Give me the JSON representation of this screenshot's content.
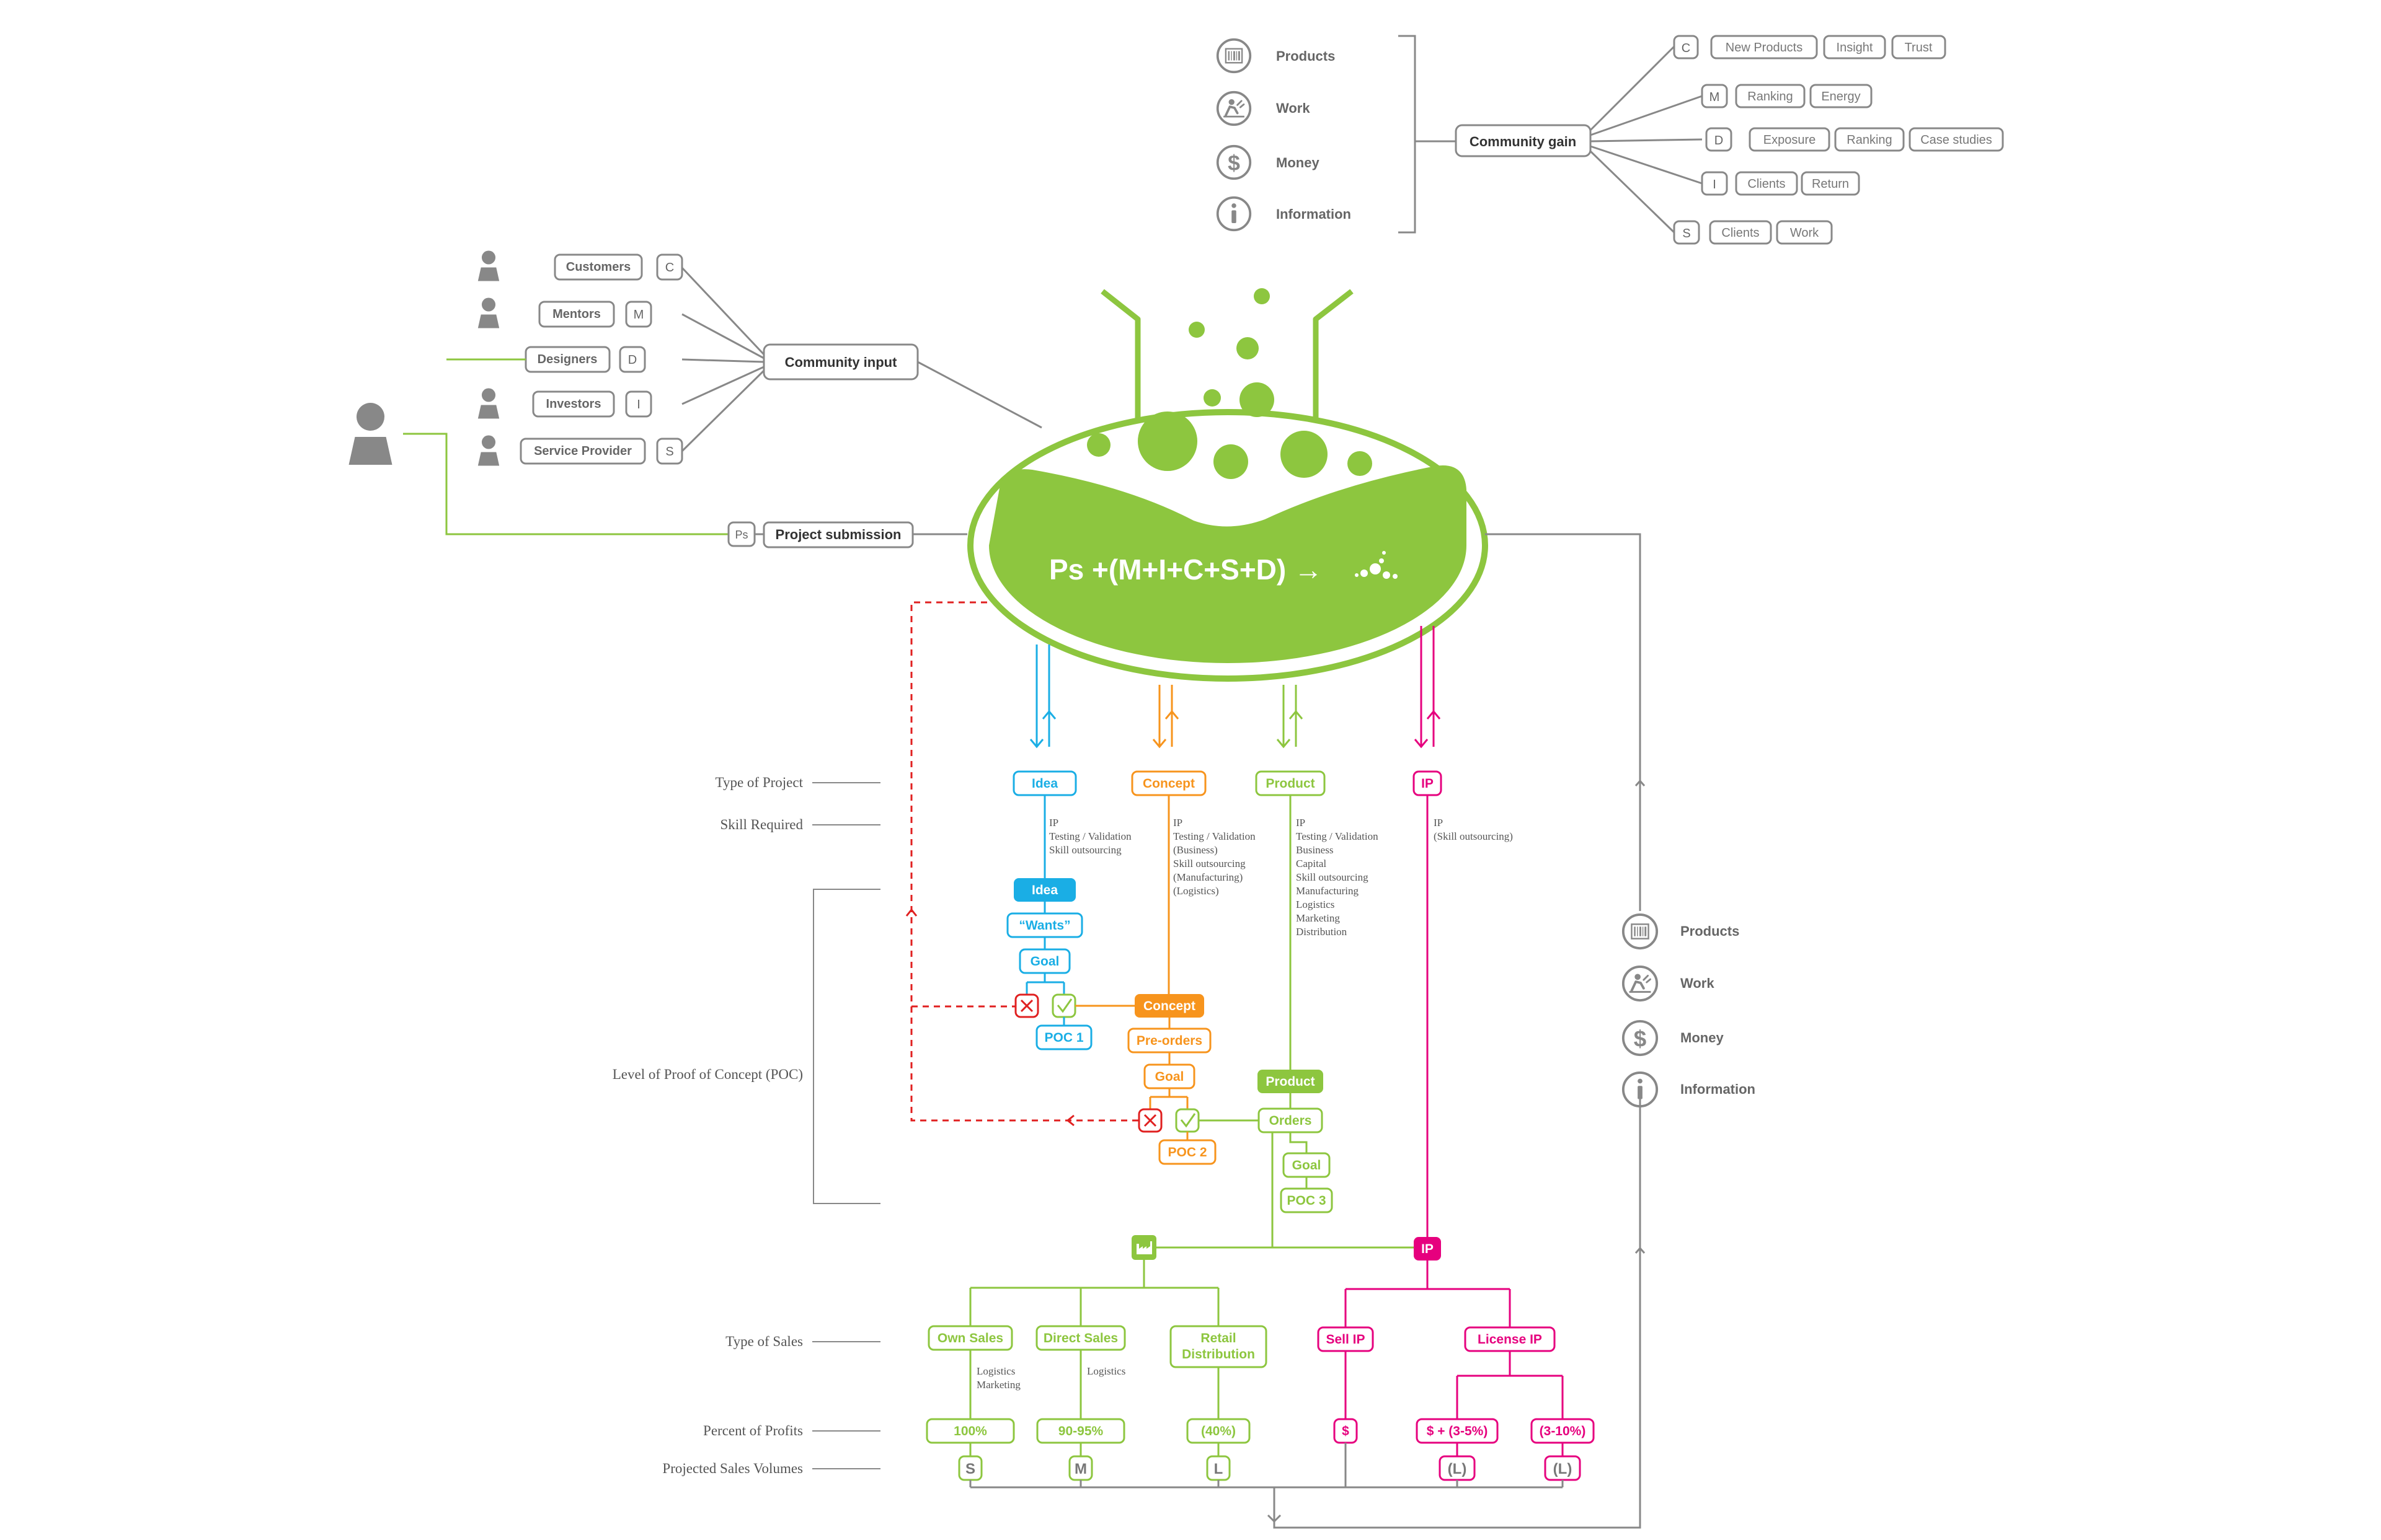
{
  "colors": {
    "gray": "#888888",
    "dark": "#444444",
    "green": "#8dc63f",
    "blue": "#1aaee5",
    "orange": "#f7941d",
    "magenta": "#e6007e",
    "red": "#e02020"
  },
  "gain_legend": [
    {
      "label": "Products",
      "icon": "barcode-icon"
    },
    {
      "label": "Work",
      "icon": "worker-icon"
    },
    {
      "label": "Money",
      "icon": "dollar-icon"
    },
    {
      "label": "Information",
      "icon": "info-icon"
    }
  ],
  "community_gain": {
    "label": "Community gain",
    "rows": [
      {
        "key": "C",
        "tags": [
          "New Products",
          "Insight",
          "Trust"
        ]
      },
      {
        "key": "M",
        "tags": [
          "Ranking",
          "Energy"
        ]
      },
      {
        "key": "D",
        "tags": [
          "Exposure",
          "Ranking",
          "Case studies"
        ]
      },
      {
        "key": "I",
        "tags": [
          "Clients",
          "Return"
        ]
      },
      {
        "key": "S",
        "tags": [
          "Clients",
          "Work"
        ]
      }
    ]
  },
  "community_input": {
    "label": "Community input",
    "members": [
      {
        "label": "Customers",
        "key": "C"
      },
      {
        "label": "Mentors",
        "key": "M"
      },
      {
        "label": "Designers",
        "key": "D"
      },
      {
        "label": "Investors",
        "key": "I"
      },
      {
        "label": "Service Provider",
        "key": "S"
      }
    ]
  },
  "project_submission": {
    "key": "Ps",
    "label": "Project submission"
  },
  "formula": "Ps +(M+I+C+S+D) →",
  "row_labels": {
    "type_of_project": "Type of Project",
    "skill_required": "Skill Required",
    "poc_level": "Level of Proof of Concept (POC)",
    "type_of_sales": "Type of Sales",
    "percent_of_profits": "Percent of Profits",
    "projected_sales_volumes": "Projected Sales Volumes"
  },
  "project_types": {
    "idea": {
      "label": "Idea",
      "skills": [
        "IP",
        "Testing / Validation",
        "Skill outsourcing"
      ],
      "stage": "Idea",
      "wants": "“Wants”",
      "goal": "Goal",
      "poc": "POC 1"
    },
    "concept": {
      "label": "Concept",
      "skills": [
        "IP",
        "Testing / Validation",
        "(Business)",
        "Skill outsourcing",
        "(Manufacturing)",
        "(Logistics)"
      ],
      "stage": "Concept",
      "preorders": "Pre-orders",
      "goal": "Goal",
      "poc": "POC 2"
    },
    "product": {
      "label": "Product",
      "skills": [
        "IP",
        "Testing / Validation",
        "Business",
        "Capital",
        "Skill outsourcing",
        "Manufacturing",
        "Logistics",
        "Marketing",
        "Distribution"
      ],
      "stage": "Product",
      "orders": "Orders",
      "goal": "Goal",
      "poc": "POC 3"
    },
    "ip": {
      "label": "IP",
      "skills": [
        "IP",
        "(Skill outsourcing)"
      ],
      "stage": "IP"
    }
  },
  "sales": {
    "own": {
      "label": "Own Sales",
      "notes": [
        "Logistics",
        "Marketing"
      ],
      "profit": "100%",
      "volume": "S"
    },
    "direct": {
      "label": "Direct Sales",
      "notes": [
        "Logistics"
      ],
      "profit": "90-95%",
      "volume": "M"
    },
    "retail": {
      "label_line1": "Retail",
      "label_line2": "Distribution",
      "profit": "(40%)",
      "volume": "L"
    },
    "sell_ip": {
      "label": "Sell IP",
      "profit": "$"
    },
    "license_ip": {
      "label": "License IP",
      "profit_a": "$ + (3-5%)",
      "volume_a": "(L)",
      "profit_b": "(3-10%)",
      "volume_b": "(L)"
    }
  },
  "return_legend": [
    {
      "label": "Products",
      "icon": "barcode-icon"
    },
    {
      "label": "Work",
      "icon": "worker-icon"
    },
    {
      "label": "Money",
      "icon": "dollar-icon"
    },
    {
      "label": "Information",
      "icon": "info-icon"
    }
  ]
}
